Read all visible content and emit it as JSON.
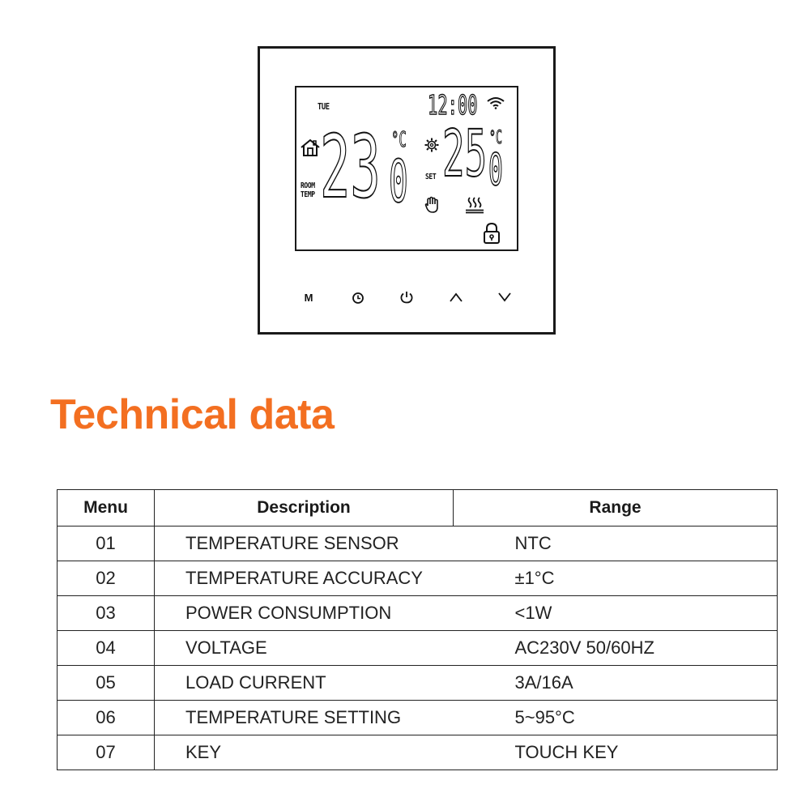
{
  "device": {
    "lcd": {
      "day": "TUE",
      "clock": "12:00",
      "room_temp_main": "23",
      "room_temp_decimal": "0",
      "room_label_line1": "ROOM",
      "room_label_line2": "TEMP",
      "set_label": "SET",
      "set_temp_main": "25",
      "set_temp_decimal": "0",
      "unit": "°C"
    },
    "icons": [
      "wifi-icon",
      "home-icon",
      "gear-icon",
      "hand-icon",
      "heating-icon",
      "lock-icon"
    ],
    "keys": [
      {
        "name": "menu-key",
        "label": "M"
      },
      {
        "name": "clock-key",
        "icon": "clock-icon"
      },
      {
        "name": "power-key",
        "icon": "power-icon"
      },
      {
        "name": "up-key",
        "icon": "chevron-up-icon"
      },
      {
        "name": "down-key",
        "icon": "chevron-down-icon"
      }
    ]
  },
  "heading": "Technical data",
  "heading_color": "#f36f21",
  "table": {
    "headers": [
      "Menu",
      "Description",
      "Range"
    ],
    "rows": [
      {
        "menu": "01",
        "description": "TEMPERATURE SENSOR",
        "range": "NTC"
      },
      {
        "menu": "02",
        "description": "TEMPERATURE ACCURACY",
        "range": "±1°C"
      },
      {
        "menu": "03",
        "description": "POWER CONSUMPTION",
        "range": "<1W"
      },
      {
        "menu": "04",
        "description": "VOLTAGE",
        "range": "AC230V 50/60HZ"
      },
      {
        "menu": "05",
        "description": "LOAD CURRENT",
        "range": "3A/16A"
      },
      {
        "menu": "06",
        "description": "TEMPERATURE SETTING",
        "range": "5~95°C"
      },
      {
        "menu": "07",
        "description": "KEY",
        "range": "TOUCH KEY"
      }
    ]
  }
}
